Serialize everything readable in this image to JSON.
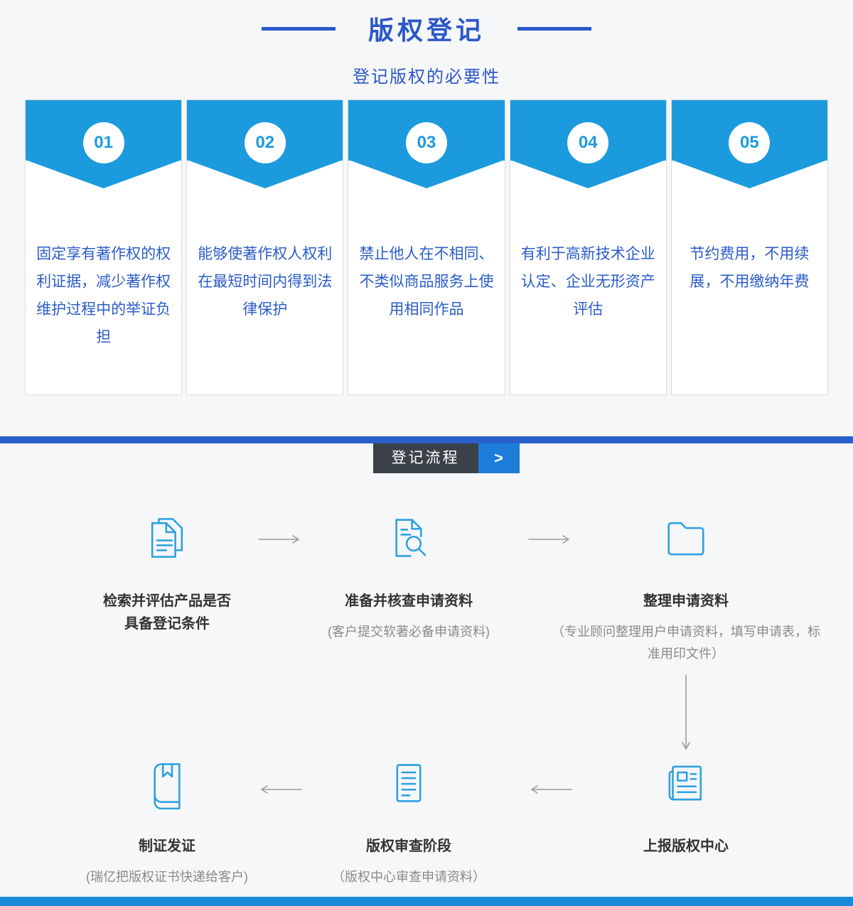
{
  "colors": {
    "accent_blue": "#1b9ade",
    "royal_blue": "#2b57c8",
    "divider_blue": "#2b5fc8",
    "tag_dark": "#3b4149",
    "tag_arrow_blue": "#1c7cd8",
    "bottom_bar_blue": "#1a8ad8",
    "icon_blue": "#2aa0e0",
    "flow_arrow_gray": "#9a9a9a"
  },
  "header": {
    "title": "版权登记",
    "subtitle": "登记版权的必要性"
  },
  "cards": [
    {
      "number": "01",
      "text": "固定享有著作权的权利证据，减少著作权维护过程中的举证负担"
    },
    {
      "number": "02",
      "text": "能够使著作权人权利在最短时间内得到法律保护"
    },
    {
      "number": "03",
      "text": "禁止他人在不相同、不类似商品服务上使用相同作品"
    },
    {
      "number": "04",
      "text": "有利于高新技术企业认定、企业无形资产评估"
    },
    {
      "number": "05",
      "text": "节约费用，不用续展，不用缴纳年费"
    }
  ],
  "process": {
    "label": "登记流程",
    "arrow": ">",
    "steps": [
      {
        "icon": "documents-icon",
        "title": "检索并评估产品是否具备登记条件",
        "note": ""
      },
      {
        "icon": "document-search-icon",
        "title": "准备并核查申请资料",
        "note": "(客户提交软著必备申请资料)"
      },
      {
        "icon": "folder-icon",
        "title": "整理申请资料",
        "note": "（专业顾问整理用户申请资料，填写申请表，标准用印文件）"
      },
      {
        "icon": "newspaper-icon",
        "title": "上报版权中心",
        "note": ""
      },
      {
        "icon": "document-icon",
        "title": "版权审查阶段",
        "note": "（版权中心审查申请资料）"
      },
      {
        "icon": "book-icon",
        "title": "制证发证",
        "note": "(瑞亿把版权证书快递给客户)"
      }
    ]
  }
}
